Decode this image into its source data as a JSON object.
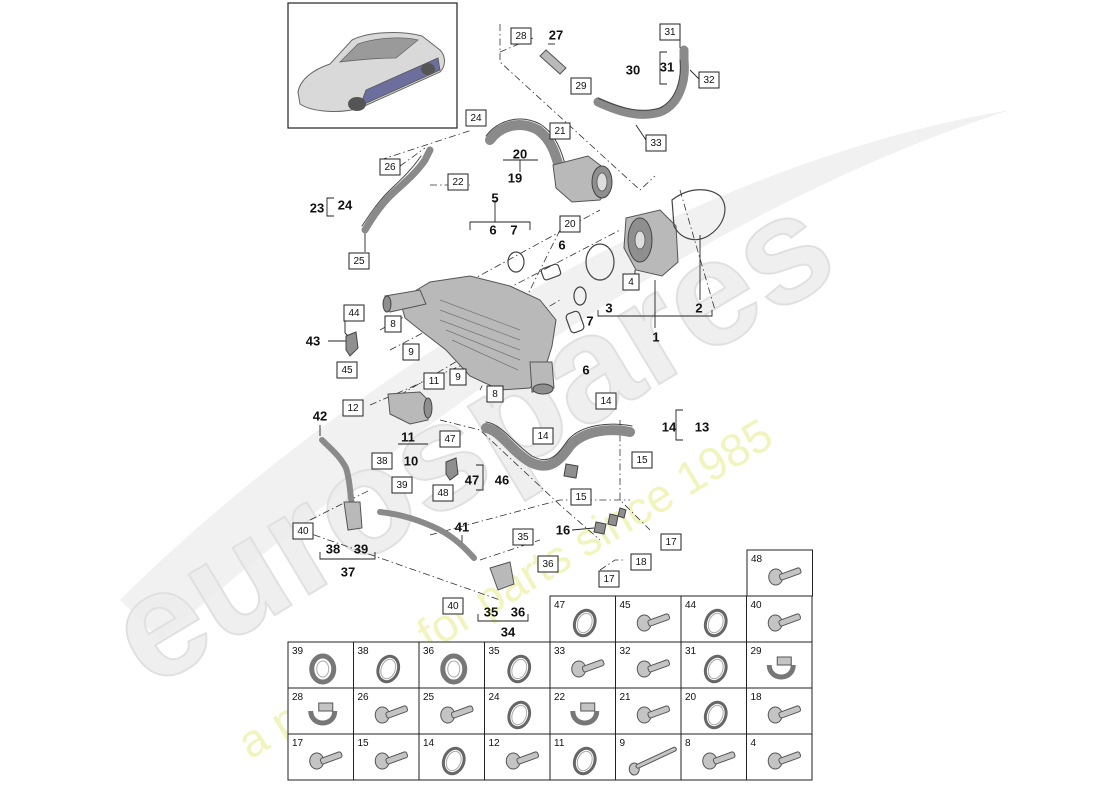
{
  "watermark": {
    "brand": "eurospares",
    "tagline": "a passion for parts since 1985"
  },
  "callouts": [
    {
      "id": "c28",
      "text": "28"
    },
    {
      "id": "c29",
      "text": "29"
    },
    {
      "id": "c31a",
      "text": "31"
    },
    {
      "id": "c32",
      "text": "32"
    },
    {
      "id": "c33",
      "text": "33"
    },
    {
      "id": "c24a",
      "text": "24"
    },
    {
      "id": "c21",
      "text": "21"
    },
    {
      "id": "c26",
      "text": "26"
    },
    {
      "id": "c22",
      "text": "22"
    },
    {
      "id": "c25",
      "text": "25"
    },
    {
      "id": "c20",
      "text": "20"
    },
    {
      "id": "c4",
      "text": "4"
    },
    {
      "id": "c44",
      "text": "44"
    },
    {
      "id": "c8a",
      "text": "8"
    },
    {
      "id": "c9a",
      "text": "9"
    },
    {
      "id": "c45",
      "text": "45"
    },
    {
      "id": "c11a",
      "text": "11"
    },
    {
      "id": "c9b",
      "text": "9"
    },
    {
      "id": "c8b",
      "text": "8"
    },
    {
      "id": "c12",
      "text": "12"
    },
    {
      "id": "c14a",
      "text": "14"
    },
    {
      "id": "c14b",
      "text": "14"
    },
    {
      "id": "c15a",
      "text": "15"
    },
    {
      "id": "c47a",
      "text": "47"
    },
    {
      "id": "c38a",
      "text": "38"
    },
    {
      "id": "c39a",
      "text": "39"
    },
    {
      "id": "c48a",
      "text": "48"
    },
    {
      "id": "c15b",
      "text": "15"
    },
    {
      "id": "c40a",
      "text": "40"
    },
    {
      "id": "c35a",
      "text": "35"
    },
    {
      "id": "c36a",
      "text": "36"
    },
    {
      "id": "c17a",
      "text": "17"
    },
    {
      "id": "c18a",
      "text": "18"
    },
    {
      "id": "c17b",
      "text": "17"
    },
    {
      "id": "c40b",
      "text": "40"
    }
  ],
  "groups": [
    {
      "id": "g27",
      "text": "27"
    },
    {
      "id": "g30",
      "text": "30"
    },
    {
      "id": "g31",
      "text": "31"
    },
    {
      "id": "g20",
      "text": "20"
    },
    {
      "id": "g19",
      "text": "19"
    },
    {
      "id": "g23",
      "text": "23"
    },
    {
      "id": "g24",
      "text": "24"
    },
    {
      "id": "g5",
      "text": "5"
    },
    {
      "id": "g6a",
      "text": "6"
    },
    {
      "id": "g7a",
      "text": "7"
    },
    {
      "id": "g6b",
      "text": "6"
    },
    {
      "id": "g3",
      "text": "3"
    },
    {
      "id": "g2",
      "text": "2"
    },
    {
      "id": "g7b",
      "text": "7"
    },
    {
      "id": "g1",
      "text": "1"
    },
    {
      "id": "g6c",
      "text": "6"
    },
    {
      "id": "g43",
      "text": "43"
    },
    {
      "id": "g42",
      "text": "42"
    },
    {
      "id": "g11",
      "text": "11"
    },
    {
      "id": "g10",
      "text": "10"
    },
    {
      "id": "g14",
      "text": "14"
    },
    {
      "id": "g13",
      "text": "13"
    },
    {
      "id": "g47",
      "text": "47"
    },
    {
      "id": "g46",
      "text": "46"
    },
    {
      "id": "g41",
      "text": "41"
    },
    {
      "id": "g16",
      "text": "16"
    },
    {
      "id": "g38",
      "text": "38"
    },
    {
      "id": "g39",
      "text": "39"
    },
    {
      "id": "g37",
      "text": "37"
    },
    {
      "id": "g35",
      "text": "35"
    },
    {
      "id": "g36",
      "text": "36"
    },
    {
      "id": "g34",
      "text": "34"
    }
  ],
  "hardware_table": [
    {
      "label": "48",
      "icon": "bolt"
    },
    {
      "label": "47",
      "icon": "o-ring"
    },
    {
      "label": "45",
      "icon": "bolt"
    },
    {
      "label": "44",
      "icon": "o-ring"
    },
    {
      "label": "40",
      "icon": "bolt"
    },
    {
      "label": "39",
      "icon": "clamp-ring"
    },
    {
      "label": "38",
      "icon": "o-ring"
    },
    {
      "label": "36",
      "icon": "clamp-ring"
    },
    {
      "label": "35",
      "icon": "o-ring"
    },
    {
      "label": "33",
      "icon": "bolt"
    },
    {
      "label": "32",
      "icon": "bolt"
    },
    {
      "label": "31",
      "icon": "o-ring"
    },
    {
      "label": "29",
      "icon": "hose-clamp"
    },
    {
      "label": "28",
      "icon": "hose-clamp"
    },
    {
      "label": "26",
      "icon": "bolt"
    },
    {
      "label": "25",
      "icon": "bolt"
    },
    {
      "label": "24",
      "icon": "o-ring"
    },
    {
      "label": "22",
      "icon": "hose-clamp"
    },
    {
      "label": "21",
      "icon": "bolt"
    },
    {
      "label": "20",
      "icon": "o-ring"
    },
    {
      "label": "18",
      "icon": "bolt"
    },
    {
      "label": "17",
      "icon": "bolt"
    },
    {
      "label": "15",
      "icon": "bolt"
    },
    {
      "label": "14",
      "icon": "o-ring"
    },
    {
      "label": "12",
      "icon": "bolt"
    },
    {
      "label": "11",
      "icon": "o-ring"
    },
    {
      "label": "9",
      "icon": "long-bolt"
    },
    {
      "label": "8",
      "icon": "bolt"
    },
    {
      "label": "4",
      "icon": "bolt"
    }
  ]
}
